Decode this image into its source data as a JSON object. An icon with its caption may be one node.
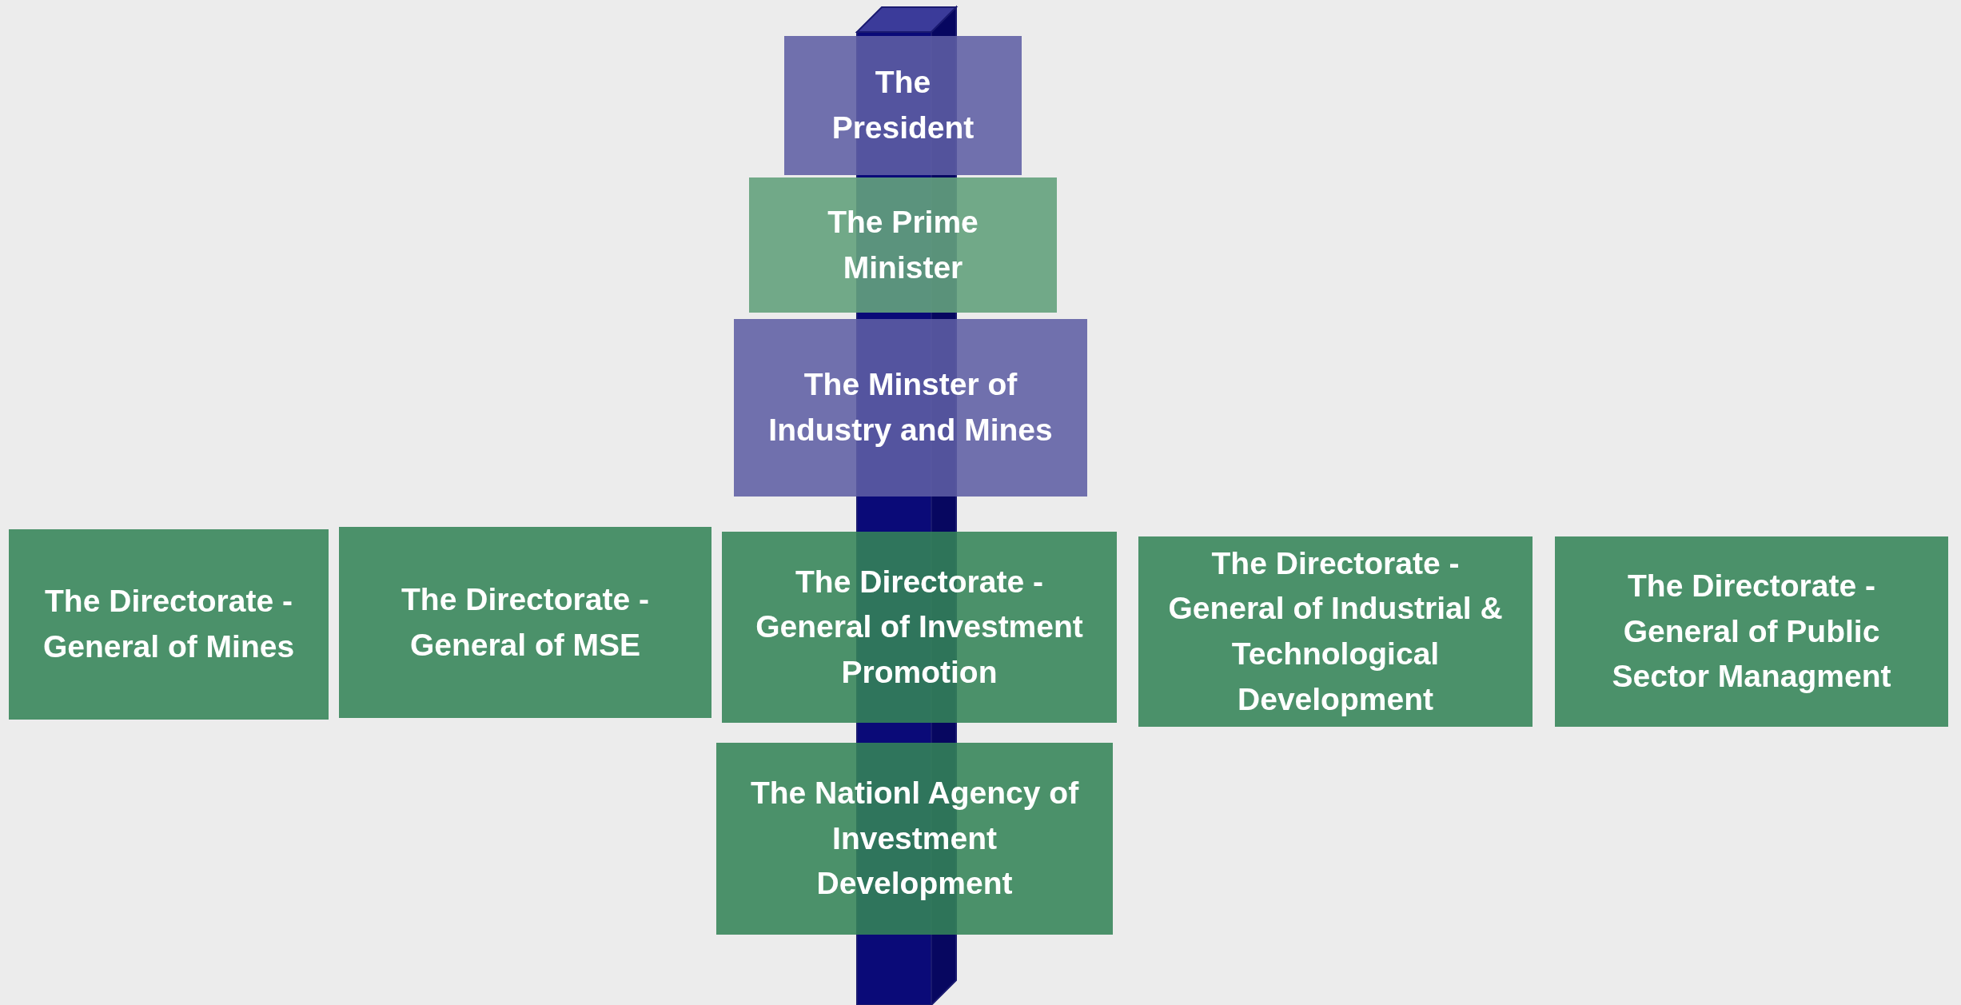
{
  "diagram": {
    "nodes": [
      {
        "text": [
          "The President"
        ]
      },
      {
        "text": [
          "The Prime Minister"
        ]
      },
      {
        "text": [
          "The Minster of Industry and Mines"
        ]
      },
      {
        "text": [
          "The Directorate - General of Mines"
        ]
      },
      {
        "text": [
          "The Directorate - General of MSE"
        ]
      },
      {
        "text": [
          "The Directorate - General of Investment Promotion"
        ]
      },
      {
        "text": [
          "The Directorate - General of Industrial & Technological Development"
        ]
      },
      {
        "text": [
          "The Directorate - General of Public Sector Managment"
        ]
      },
      {
        "text": [
          "The Nationl Agency of Investment Development"
        ]
      }
    ],
    "edges": []
  }
}
